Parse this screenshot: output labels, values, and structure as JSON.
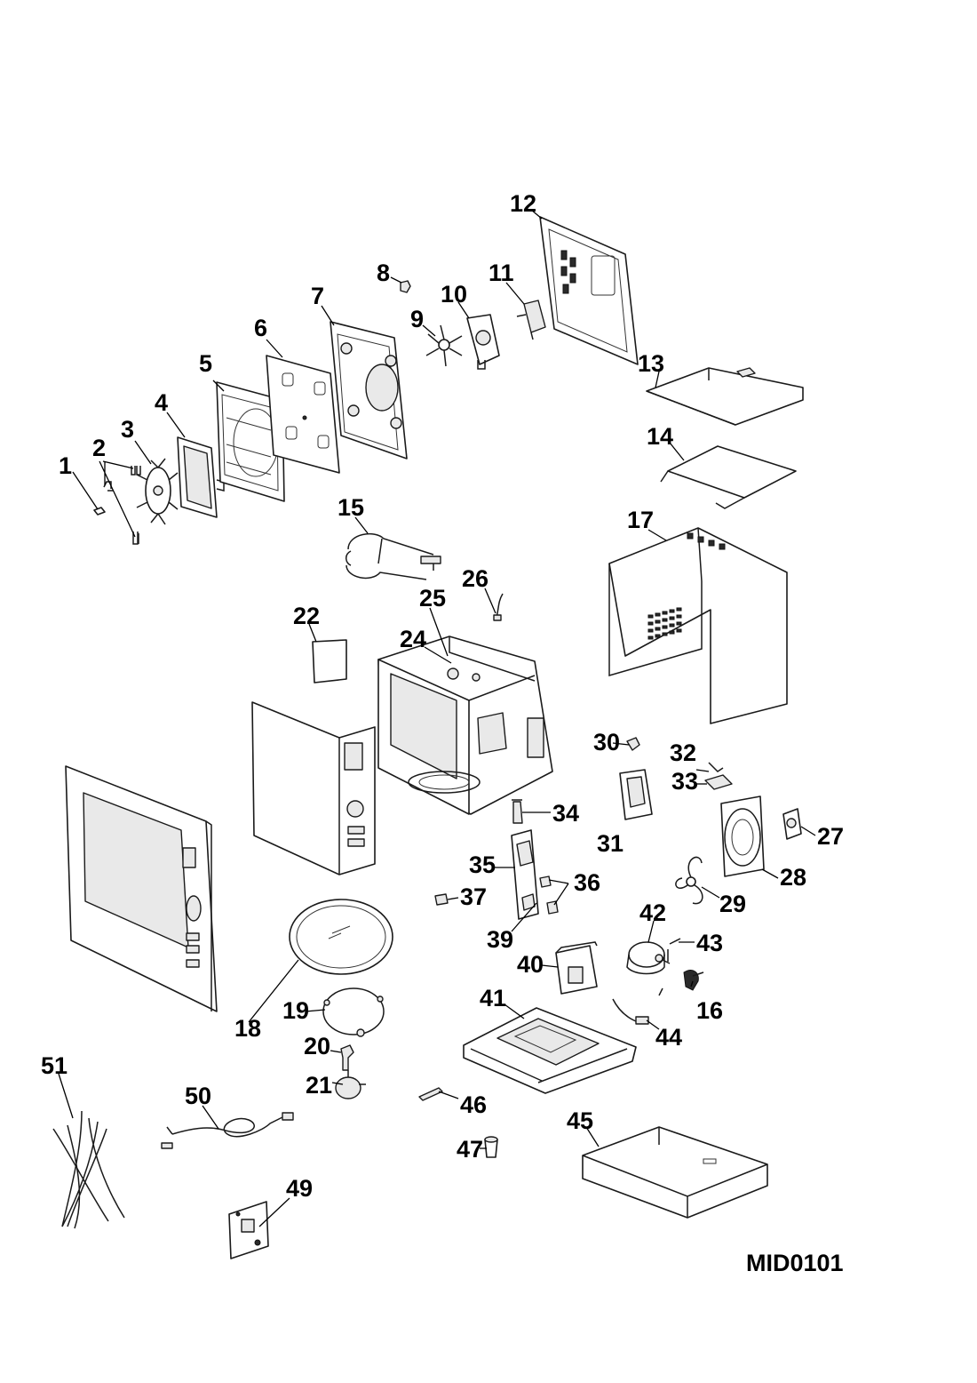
{
  "diagram_code": "MID0101",
  "parts": [
    {
      "id": "1",
      "label": "1"
    },
    {
      "id": "2",
      "label": "2"
    },
    {
      "id": "3",
      "label": "3"
    },
    {
      "id": "4",
      "label": "4"
    },
    {
      "id": "5",
      "label": "5"
    },
    {
      "id": "6",
      "label": "6"
    },
    {
      "id": "7",
      "label": "7"
    },
    {
      "id": "8",
      "label": "8"
    },
    {
      "id": "9",
      "label": "9"
    },
    {
      "id": "10",
      "label": "10"
    },
    {
      "id": "11",
      "label": "11"
    },
    {
      "id": "12",
      "label": "12"
    },
    {
      "id": "13",
      "label": "13"
    },
    {
      "id": "14",
      "label": "14"
    },
    {
      "id": "15",
      "label": "15"
    },
    {
      "id": "16",
      "label": "16"
    },
    {
      "id": "17",
      "label": "17"
    },
    {
      "id": "18",
      "label": "18"
    },
    {
      "id": "19",
      "label": "19"
    },
    {
      "id": "20",
      "label": "20"
    },
    {
      "id": "21",
      "label": "21"
    },
    {
      "id": "22",
      "label": "22"
    },
    {
      "id": "24",
      "label": "24"
    },
    {
      "id": "25",
      "label": "25"
    },
    {
      "id": "26",
      "label": "26"
    },
    {
      "id": "27",
      "label": "27"
    },
    {
      "id": "28",
      "label": "28"
    },
    {
      "id": "29",
      "label": "29"
    },
    {
      "id": "30",
      "label": "30"
    },
    {
      "id": "31",
      "label": "31"
    },
    {
      "id": "32",
      "label": "32"
    },
    {
      "id": "33",
      "label": "33"
    },
    {
      "id": "34",
      "label": "34"
    },
    {
      "id": "35",
      "label": "35"
    },
    {
      "id": "36",
      "label": "36"
    },
    {
      "id": "37",
      "label": "37"
    },
    {
      "id": "39",
      "label": "39"
    },
    {
      "id": "40",
      "label": "40"
    },
    {
      "id": "41",
      "label": "41"
    },
    {
      "id": "42",
      "label": "42"
    },
    {
      "id": "43",
      "label": "43"
    },
    {
      "id": "44",
      "label": "44"
    },
    {
      "id": "45",
      "label": "45"
    },
    {
      "id": "46",
      "label": "46"
    },
    {
      "id": "47",
      "label": "47"
    },
    {
      "id": "49",
      "label": "49"
    },
    {
      "id": "50",
      "label": "50"
    },
    {
      "id": "51",
      "label": "51"
    }
  ]
}
